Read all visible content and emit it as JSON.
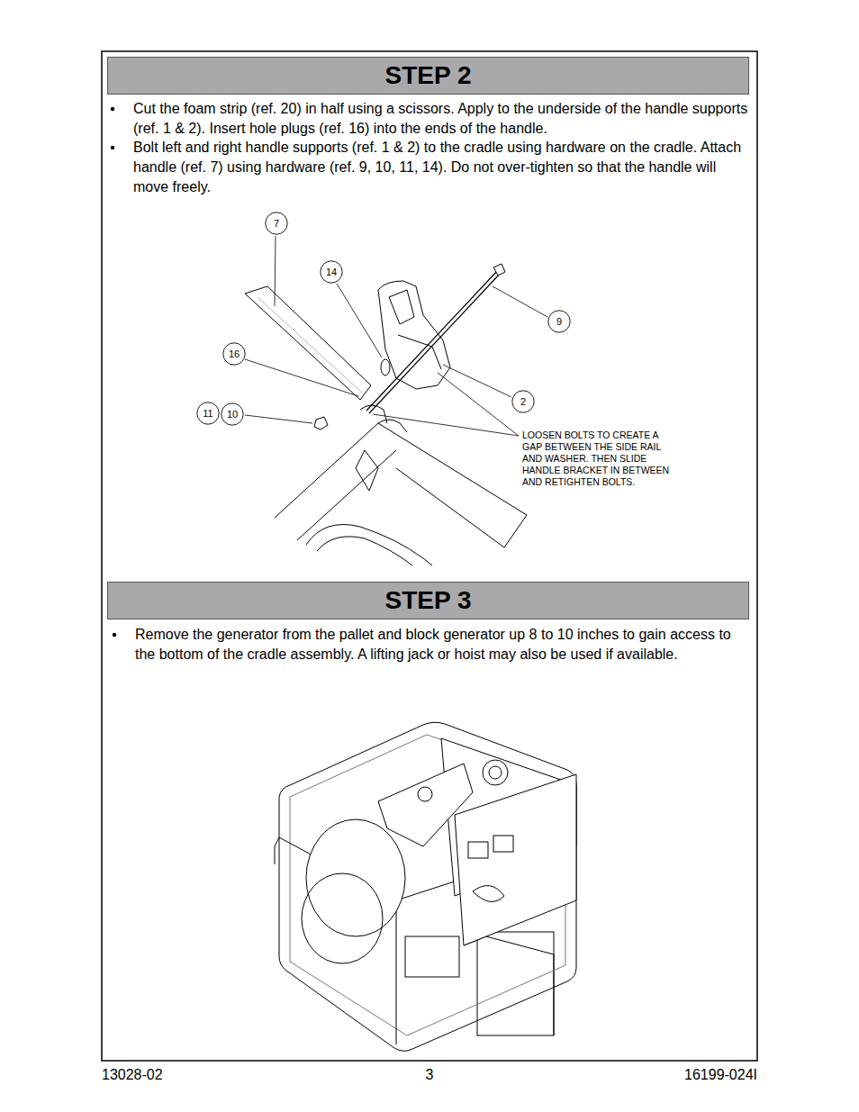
{
  "diagram": {
    "nodes": [
      {
        "text": [
          "STEP 2"
        ]
      },
      {
        "text": [
          "STEP 3"
        ]
      },
      {
        "text": [
          "7"
        ]
      },
      {
        "text": [
          "14"
        ]
      },
      {
        "text": [
          "9"
        ]
      },
      {
        "text": [
          "16"
        ]
      },
      {
        "text": [
          "2"
        ]
      },
      {
        "text": [
          "11"
        ]
      },
      {
        "text": [
          "10"
        ]
      }
    ],
    "labels": [
      "Cut the foam strip (ref. 20) in half using a scissors. Apply to the underside of the handle supports (ref. 1 & 2). Insert hole plugs (ref. 16) into the ends of the handle.",
      "Bolt left and right handle supports (ref. 1 & 2) to the cradle using hardware on the cradle. Attach handle (ref. 7) using hardware (ref. 9, 10, 11, 14). Do not over-tighten so that the handle will move freely.",
      "LOOSEN BOLTS TO CREATE A GAP BETWEEN THE SIDE RAIL AND WASHER. THEN SLIDE HANDLE BRACKET IN BETWEEN AND RETIGHTEN BOLTS.",
      "Remove the generator from the pallet and block generator up 8 to 10 inches to gain access to the bottom of the cradle assembly. A lifting jack or hoist may also be used if available.",
      "13028-02",
      "3",
      "16199-024I"
    ]
  }
}
